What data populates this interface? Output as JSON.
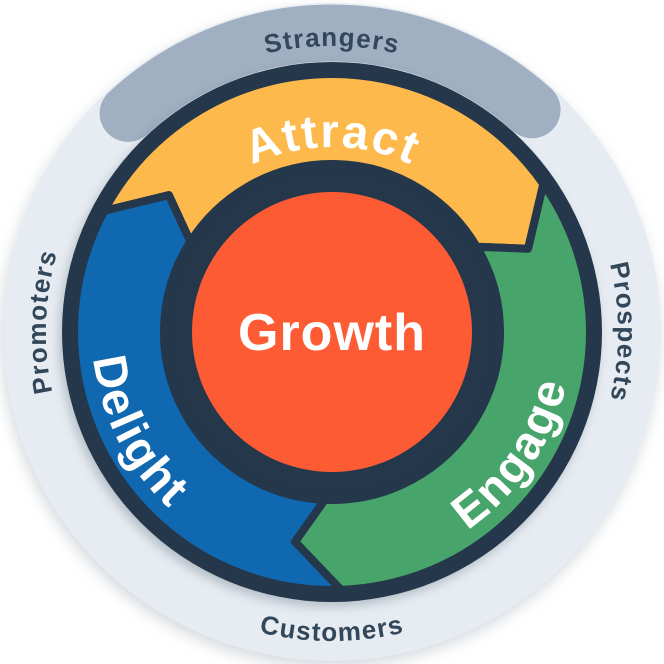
{
  "center": {
    "label": "Growth",
    "color": "#FC5B33"
  },
  "segments": [
    {
      "name": "attract",
      "label": "Attract",
      "color": "#FDB94B",
      "from": -62,
      "to": 55,
      "text_angle": 0
    },
    {
      "name": "engage",
      "label": "Engage",
      "color": "#47A56B",
      "from": 55,
      "to": 178,
      "text_angle": 124
    },
    {
      "name": "delight",
      "label": "Delight",
      "color": "#0F68B0",
      "from": 178,
      "to": 298,
      "text_angle": 243
    }
  ],
  "outer_labels": [
    {
      "name": "strangers",
      "label": "Strangers",
      "angle": 0,
      "dir": "cw"
    },
    {
      "name": "prospects",
      "label": "Prospects",
      "angle": 90,
      "dir": "cw"
    },
    {
      "name": "customers",
      "label": "Customers",
      "angle": 180,
      "dir": "ccw"
    },
    {
      "name": "promoters",
      "label": "Promoters",
      "angle": 272,
      "dir": "cw"
    }
  ],
  "band": {
    "from": -43,
    "to": 42,
    "color": "#A0B0C2"
  },
  "colors": {
    "outer_ring": "#E7ECF2",
    "rim": "#24374B",
    "outer_text": "#33475B",
    "inner_text": "#FFFFFF"
  }
}
